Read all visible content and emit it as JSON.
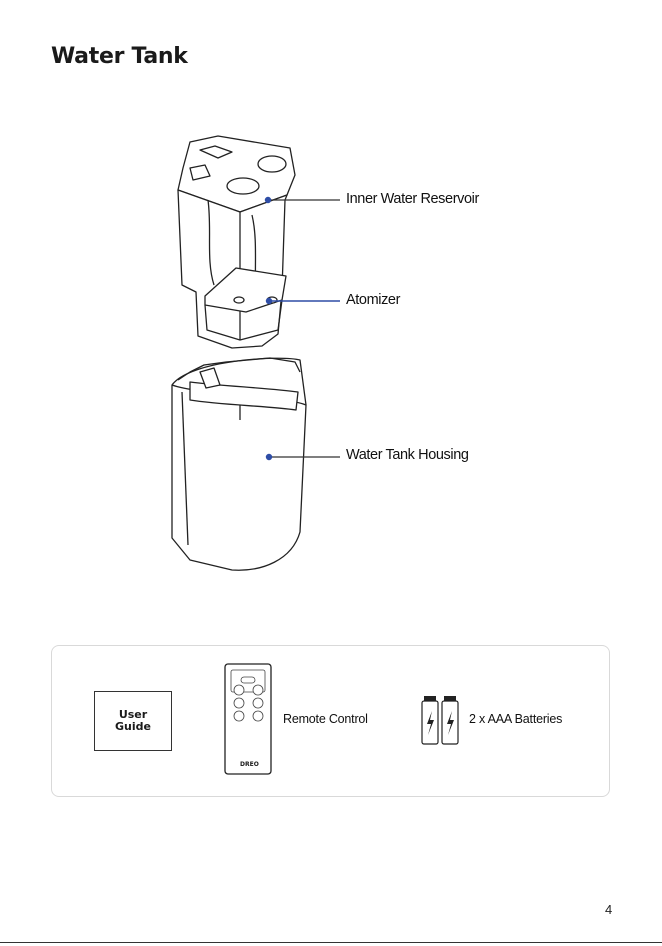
{
  "page": {
    "title": "Water Tank",
    "page_number": "4"
  },
  "diagram": {
    "callouts": [
      {
        "id": "inner-water-reservoir",
        "label": "Inner Water Reservoir"
      },
      {
        "id": "atomizer",
        "label": "Atomizer"
      },
      {
        "id": "water-tank-housing",
        "label": "Water Tank Housing"
      }
    ],
    "accent_color": "#2e4da6"
  },
  "contents": {
    "user_guide_line1": "User",
    "user_guide_line2": "Guide",
    "remote_label": "Remote Control",
    "remote_brand": "DREO",
    "batteries_label": "2 x AAA Batteries"
  }
}
